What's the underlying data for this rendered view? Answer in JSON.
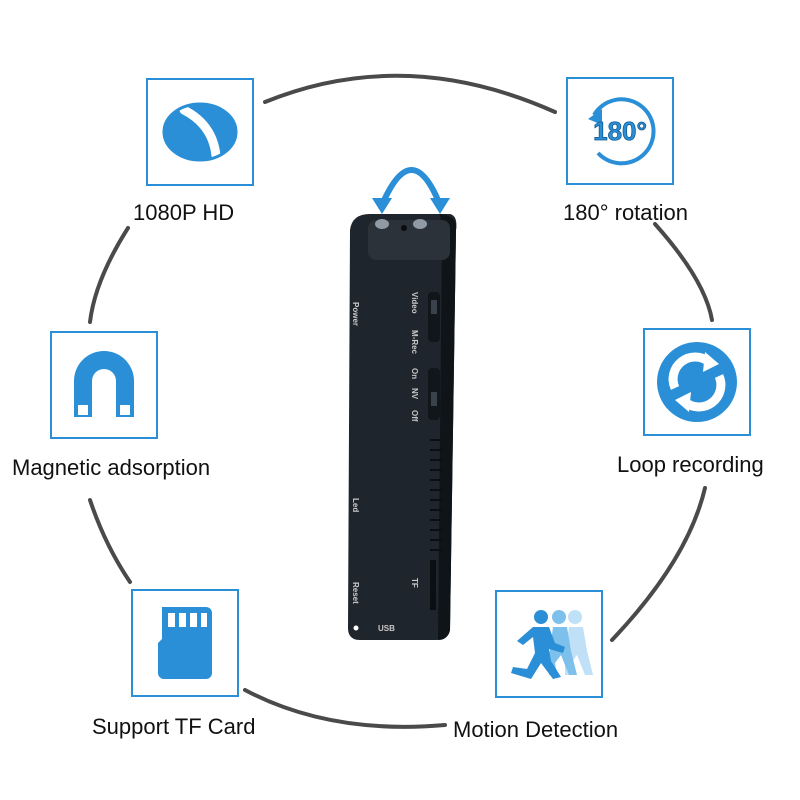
{
  "features": {
    "hd": {
      "label": "1080P HD",
      "icon": "hd-lens-icon"
    },
    "rotation": {
      "label": "180° rotation",
      "icon_text": "180°",
      "icon": "rotation-180-icon"
    },
    "magnetic": {
      "label": "Magnetic adsorption",
      "icon": "magnet-icon"
    },
    "loop": {
      "label": "Loop recording",
      "icon": "loop-arrows-icon"
    },
    "tf": {
      "label": "Support TF Card",
      "icon": "sd-card-icon"
    },
    "motion": {
      "label": "Motion Detection",
      "icon": "running-figures-icon"
    }
  },
  "camera": {
    "power": "Power",
    "video": "Video",
    "mrec": "M-Rec",
    "on": "On",
    "nv": "NV",
    "off": "Off",
    "led": "Led",
    "reset": "Reset",
    "tf": "TF",
    "usb": "USB"
  },
  "colors": {
    "accent": "#2a8fd6",
    "ring": "#4a4a4a",
    "body": "#1f252c"
  }
}
